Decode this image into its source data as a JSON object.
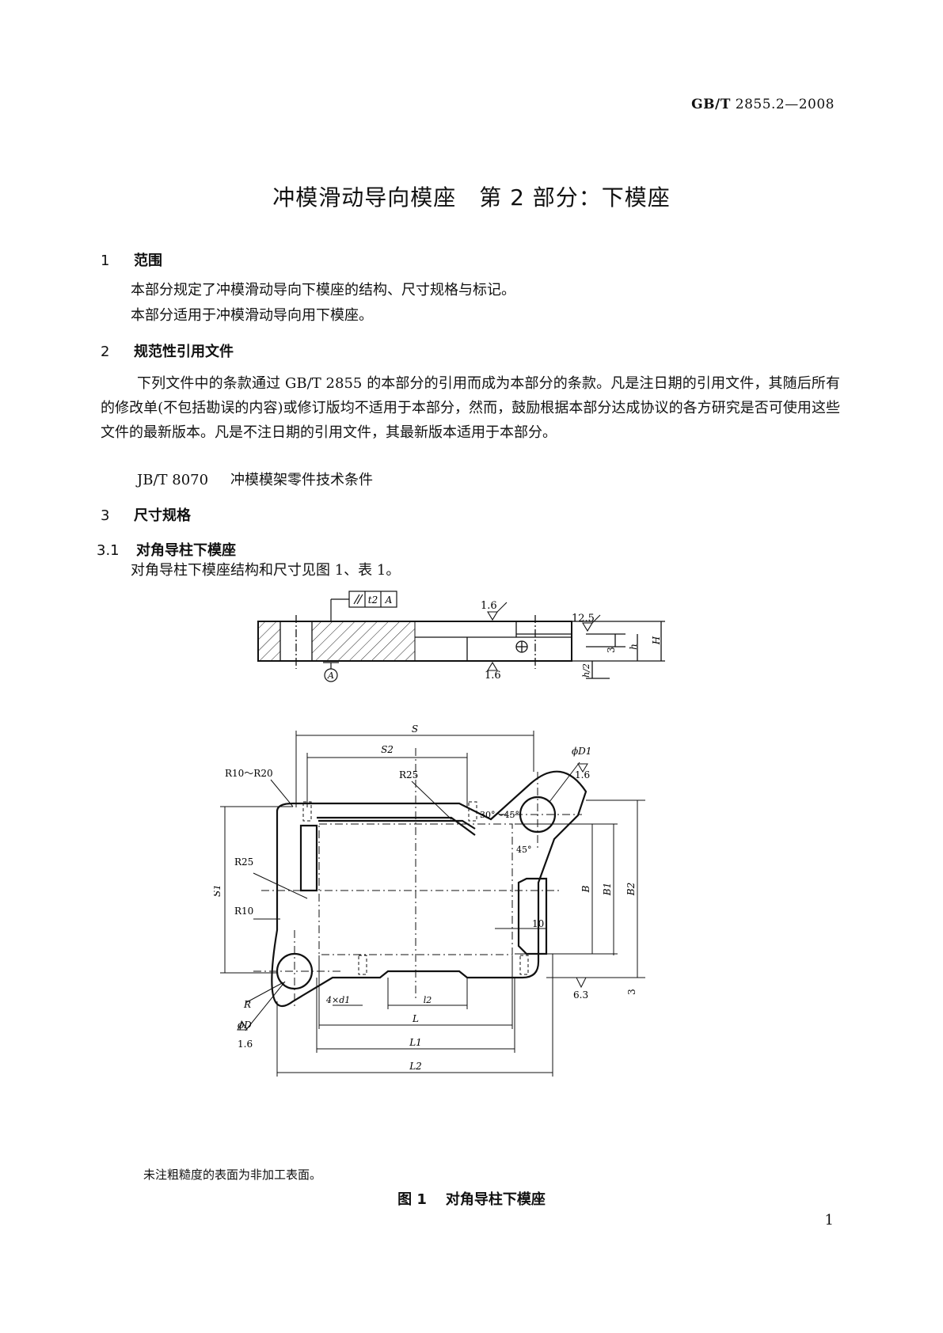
{
  "header": {
    "std_prefix": "GB/T",
    "std_number": "2855.2—2008"
  },
  "title": "冲模滑动导向模座　第 2 部分：下模座",
  "sections": {
    "s1": {
      "num": "1",
      "title": "范围",
      "p1": "本部分规定了冲模滑动导向下模座的结构、尺寸规格与标记。",
      "p2": "本部分适用于冲模滑动导向用下模座。"
    },
    "s2": {
      "num": "2",
      "title": "规范性引用文件",
      "p1": "下列文件中的条款通过 GB/T 2855 的本部分的引用而成为本部分的条款。凡是注日期的引用文件，其随后所有的修改单(不包括勘误的内容)或修订版均不适用于本部分，然而，鼓励根据本部分达成协议的各方研究是否可使用这些文件的最新版本。凡是不注日期的引用文件，其最新版本适用于本部分。",
      "ref_code": "JB/T 8070",
      "ref_title": "冲模模架零件技术条件"
    },
    "s3": {
      "num": "3",
      "title": "尺寸规格"
    },
    "s31": {
      "num": "3.1",
      "title": "对角导柱下模座",
      "p1": "对角导柱下模座结构和尺寸见图 1、表 1。"
    }
  },
  "figure": {
    "labels": {
      "t2": "t2",
      "A": "A",
      "r16a": "1.6",
      "r16b": "1.6",
      "r125": "12.5",
      "three": "3",
      "h": "h",
      "H": "H",
      "h2": "h/2",
      "S": "S",
      "S2": "S2",
      "R10R20": "R10～R20",
      "R25a": "R25",
      "R25b": "R25",
      "R10": "R10",
      "R": "R",
      "phiD1": "ϕD1",
      "phiD": "ϕD",
      "r16c": "1.6",
      "r16d": "1.6",
      "r63": "6.3",
      "ang1": "30°～45°",
      "ang2": "45°",
      "S1": "S1",
      "B": "B",
      "B1": "B1",
      "B2": "B2",
      "ten": "10",
      "three2": "3",
      "fourd1": "4×d1",
      "l2": "l2",
      "L": "L",
      "L1": "L1",
      "L2": "L2"
    },
    "note": "未注粗糙度的表面为非加工表面。",
    "caption_label": "图 1",
    "caption_title": "对角导柱下模座"
  },
  "page_number": "1"
}
